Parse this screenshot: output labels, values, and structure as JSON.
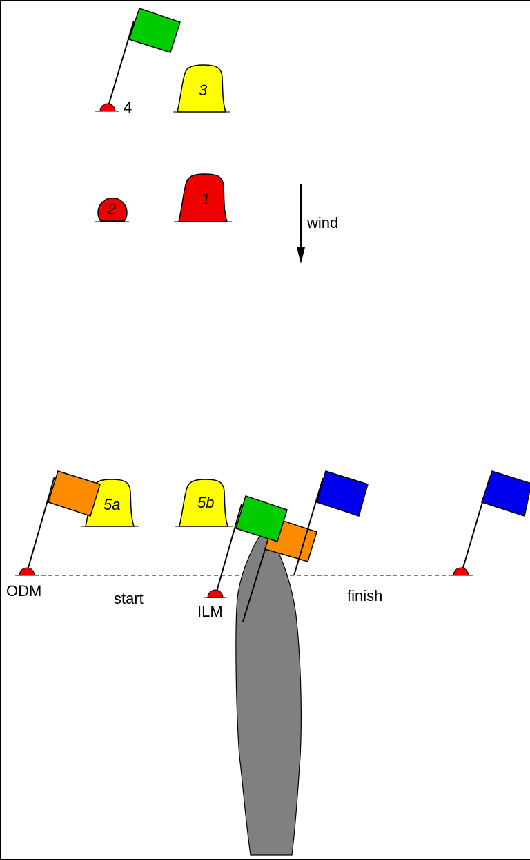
{
  "labels": {
    "wind": "wind",
    "start": "start",
    "finish": "finish",
    "odm": "ODM",
    "ilm": "ILM",
    "mark4": "4"
  },
  "marks": {
    "m1": "1",
    "m2": "2",
    "m3": "3",
    "m5a": "5a",
    "m5b": "5b"
  },
  "colors": {
    "red_buoy": "#ee0000",
    "yellow_buoy": "#ffff00",
    "green_flag": "#00cc00",
    "orange_flag": "#ff8c00",
    "blue_flag": "#0000ee",
    "committee_boat": "#808080"
  }
}
